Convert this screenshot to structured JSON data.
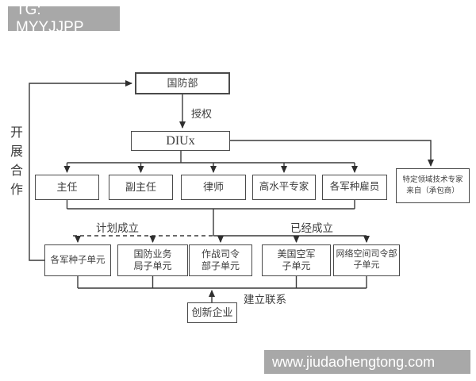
{
  "watermarks": {
    "top": "TG: MYYJJPP",
    "bottom": "www.jiudaohengtong.com"
  },
  "colors": {
    "watermark_bg": "#a8a8a8",
    "line": "#3a3a3a",
    "box_border": "#4a4a4a",
    "text": "#3d3d3d",
    "background": "#ffffff"
  },
  "nodes": {
    "mod": "国防部",
    "diux": "DIUx",
    "staff": [
      "主任",
      "副主任",
      "律师",
      "高水平专家",
      "各军种雇员"
    ],
    "contractor": {
      "line1": "特定领域技术专家",
      "line2": "来自（承包商）"
    },
    "subunits": [
      {
        "line1": "各军种子单元",
        "line2": ""
      },
      {
        "line1": "国防业务",
        "line2": "局子单元"
      },
      {
        "line1": "作战司令",
        "line2": "部子单元"
      },
      {
        "line1": "美国空军",
        "line2": "子单元"
      },
      {
        "line1": "网络空间司令部",
        "line2": "子单元"
      }
    ],
    "startup": "创新企业"
  },
  "edge_labels": {
    "authorize": "授权",
    "cooperate": "开展合作",
    "planned": "计划成立",
    "established": "已经成立",
    "connect": "建立联系"
  }
}
